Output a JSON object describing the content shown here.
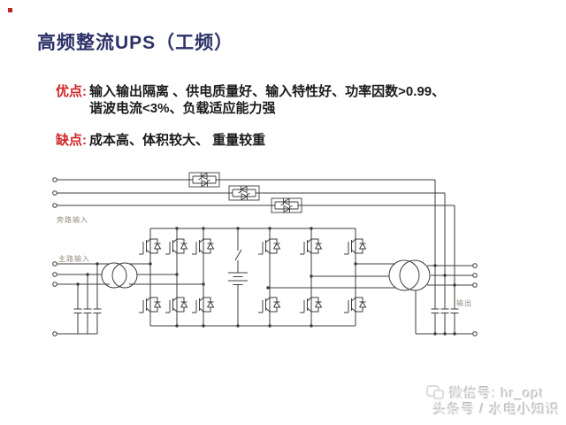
{
  "page": {
    "background": "#ffffff"
  },
  "title": {
    "text": "高频整流UPS（工频）",
    "color": "#2b3167",
    "bullet_color": "#c0251f"
  },
  "pros": {
    "label": "优点:",
    "label_color": "#cf2626",
    "lines": [
      "输入输出隔离 、供电质量好、输入特性好、功率因数>0.99、",
      "谐波电流<3%、负载适应能力强"
    ]
  },
  "cons": {
    "label": "缺点:",
    "label_color": "#cf2626",
    "text": "成本高、体积较大、 重量较重"
  },
  "circuit": {
    "line_color": "#3c3c3c",
    "labels": {
      "bypass_input": "旁路输入",
      "main_input": "主路输入",
      "output": "输出"
    },
    "components": {
      "bypass_scr_pairs": 3,
      "input_transformer": 1,
      "output_transformer": 1,
      "rectifier_igbt_legs": 3,
      "inverter_igbt_legs": 3,
      "dc_link_battery": 1,
      "input_filter_capacitors": 3,
      "output_filter_capacitors": 3
    }
  },
  "watermark": {
    "line1": "微信号: hr_opt",
    "line2": "头条号 / 水电小知识",
    "color": "#d9d9d9"
  }
}
